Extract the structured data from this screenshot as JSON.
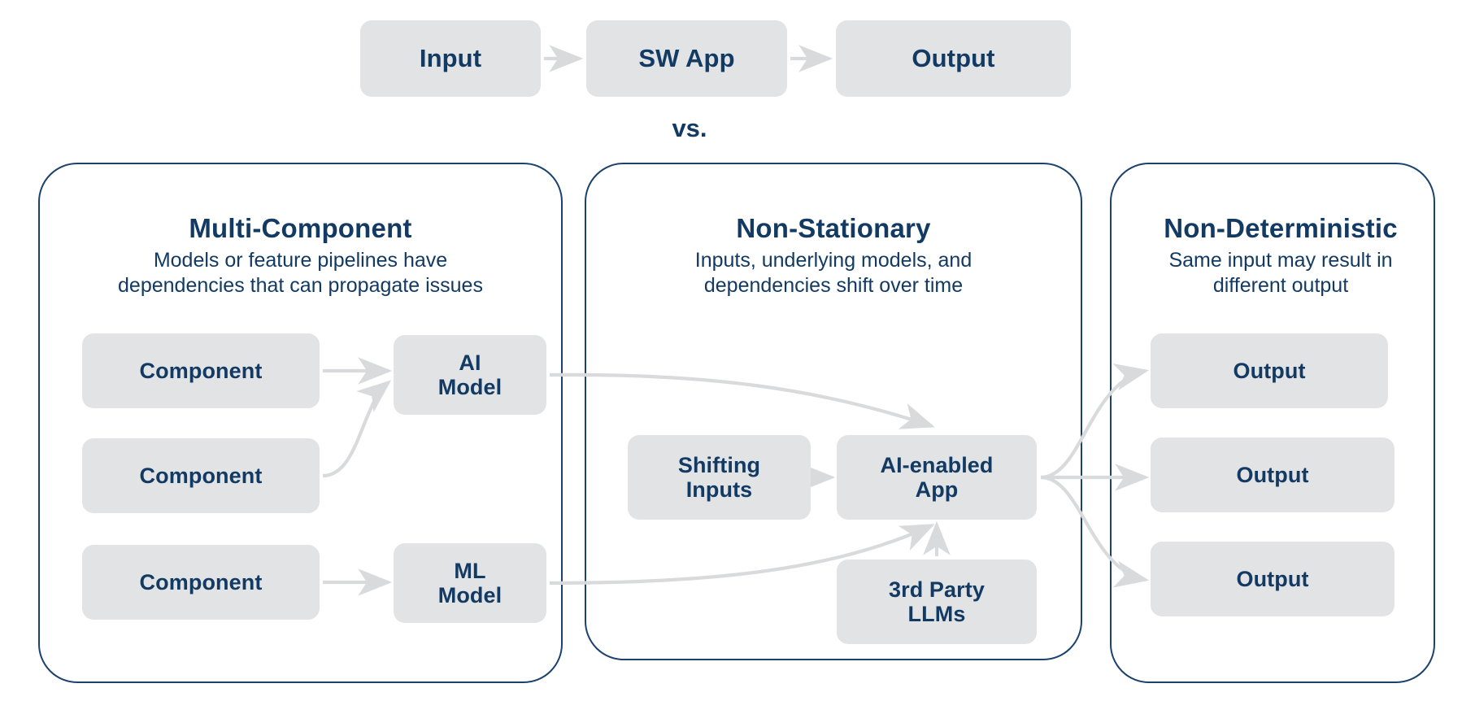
{
  "top_flow": {
    "nodes": [
      {
        "id": "input",
        "label": "Input"
      },
      {
        "id": "sw_app",
        "label": "SW App"
      },
      {
        "id": "output",
        "label": "Output"
      }
    ],
    "separator": "vs."
  },
  "panels": [
    {
      "id": "multi-component",
      "title": "Multi-Component",
      "subtitle": "Models or feature pipelines have dependencies that can propagate issues",
      "nodes": [
        {
          "id": "component-1",
          "label": "Component"
        },
        {
          "id": "component-2",
          "label": "Component"
        },
        {
          "id": "component-3",
          "label": "Component"
        },
        {
          "id": "ai-model",
          "label": "AI Model"
        },
        {
          "id": "ml-model",
          "label": "ML Model"
        }
      ]
    },
    {
      "id": "non-stationary",
      "title": "Non-Stationary",
      "subtitle": "Inputs, underlying models, and dependencies shift over time",
      "nodes": [
        {
          "id": "shifting-inputs",
          "label": "Shifting Inputs"
        },
        {
          "id": "ai-enabled-app",
          "label": "AI-enabled App"
        },
        {
          "id": "third-party-llms",
          "label": "3rd Party LLMs"
        }
      ]
    },
    {
      "id": "non-deterministic",
      "title": "Non-Deterministic",
      "subtitle": "Same input may result in different output",
      "nodes": [
        {
          "id": "output-1",
          "label": "Output"
        },
        {
          "id": "output-2",
          "label": "Output"
        },
        {
          "id": "output-3",
          "label": "Output"
        }
      ]
    }
  ],
  "labels": {
    "input": "Input",
    "sw_app": "SW App",
    "output_top": "Output",
    "vs": "vs.",
    "title_multi": "Multi-Component",
    "sub_multi_l1": "Models or feature pipelines have",
    "sub_multi_l2": "dependencies that can propagate issues",
    "title_nonstat": "Non-Stationary",
    "sub_nonstat_l1": "Inputs, underlying models, and",
    "sub_nonstat_l2": "dependencies shift over time",
    "title_nondet": "Non-Deterministic",
    "sub_nondet_l1": "Same input may result in",
    "sub_nondet_l2": "different output",
    "component": "Component",
    "ai_l1": "AI",
    "ai_l2": "Model",
    "ml_l1": "ML",
    "ml_l2": "Model",
    "shifting_l1": "Shifting",
    "shifting_l2": "Inputs",
    "aiapp_l1": "AI-enabled",
    "aiapp_l2": "App",
    "llm_l1": "3rd Party",
    "llm_l2": "LLMs",
    "output": "Output"
  },
  "colors": {
    "navy": "#123a63",
    "panel_border": "#1b426d",
    "box_fill": "#e2e3e5",
    "arrow": "#d9dadc",
    "background": "#ffffff"
  }
}
